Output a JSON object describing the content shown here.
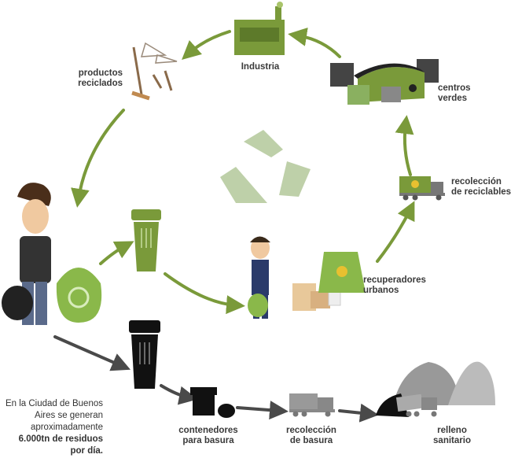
{
  "labels": {
    "industria": "Industria",
    "productos": [
      "productos",
      "reciclados"
    ],
    "centros": [
      "centros",
      "verdes"
    ],
    "recoleccion_reciclables": [
      "recolección",
      "de reciclables"
    ],
    "recuperadores": [
      "recuperadores",
      "urbanos"
    ],
    "contenedores": [
      "contenedores",
      "para basura"
    ],
    "recoleccion_basura": [
      "recolección",
      "de basura"
    ],
    "relleno": [
      "relleno",
      "sanitario"
    ]
  },
  "note": {
    "lines": [
      "En la Ciudad de Buenos",
      "Aires se generan",
      "aproximadamente"
    ],
    "bold_lines": [
      "6.000tn de residuos",
      "por día."
    ]
  },
  "colors": {
    "green": "#7a9a3a",
    "light_green": "#a9c46a",
    "gray": "#555555",
    "black": "#111111"
  }
}
